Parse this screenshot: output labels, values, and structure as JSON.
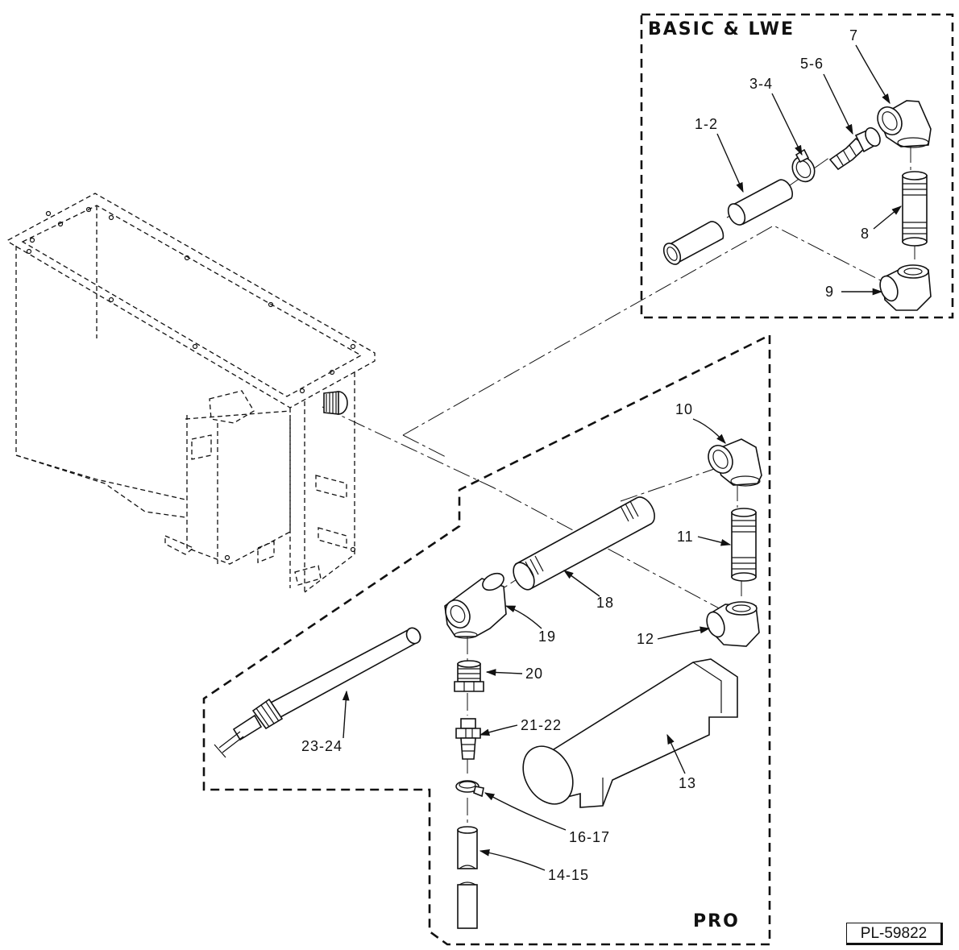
{
  "title": "",
  "groups": {
    "basic": "BASIC & LWE",
    "pro": "PRO"
  },
  "reference": "PL-59822",
  "callouts": {
    "p1_2": "1-2",
    "p3_4": "3-4",
    "p5_6": "5-6",
    "p7": "7",
    "p8": "8",
    "p9": "9",
    "p10": "10",
    "p11": "11",
    "p12": "12",
    "p13": "13",
    "p14_15": "14-15",
    "p16_17": "16-17",
    "p18": "18",
    "p19": "19",
    "p20": "20",
    "p21_22": "21-22",
    "p23_24": "23-24"
  }
}
